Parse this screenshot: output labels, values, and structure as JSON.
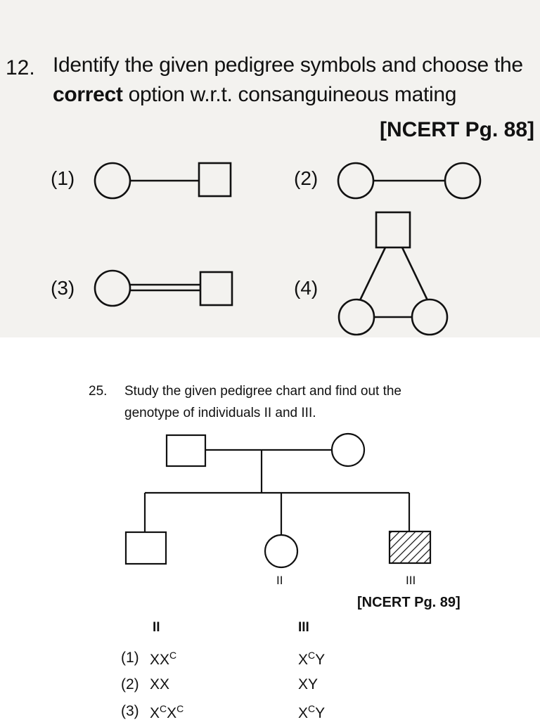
{
  "q12": {
    "number": "12.",
    "line1": "Identify the given pedigree symbols and choose the",
    "line2_bold": "correct",
    "line2_rest": " option w.r.t. consanguineous mating",
    "reference": "[NCERT Pg. 88]",
    "options": [
      "(1)",
      "(2)",
      "(3)",
      "(4)"
    ]
  },
  "q25": {
    "number": "25.",
    "line1": "Study the given pedigree chart and find out the",
    "line2": "genotype of individuals II and III.",
    "label_ii": "II",
    "label_iii": "III",
    "reference": "[NCERT Pg. 89]",
    "column_ii": "II",
    "column_iii": "III",
    "answers": [
      {
        "num": "(1)",
        "ii_parts": [
          "X",
          "X",
          "C"
        ],
        "iii_parts": [
          "X",
          "C",
          "Y"
        ]
      },
      {
        "num": "(2)",
        "ii": "XX",
        "iii": "XY"
      },
      {
        "num": "(3)",
        "ii_parts": [
          "X",
          "C",
          "X",
          "C"
        ],
        "iii_parts": [
          "X",
          "C",
          "Y"
        ]
      }
    ]
  }
}
